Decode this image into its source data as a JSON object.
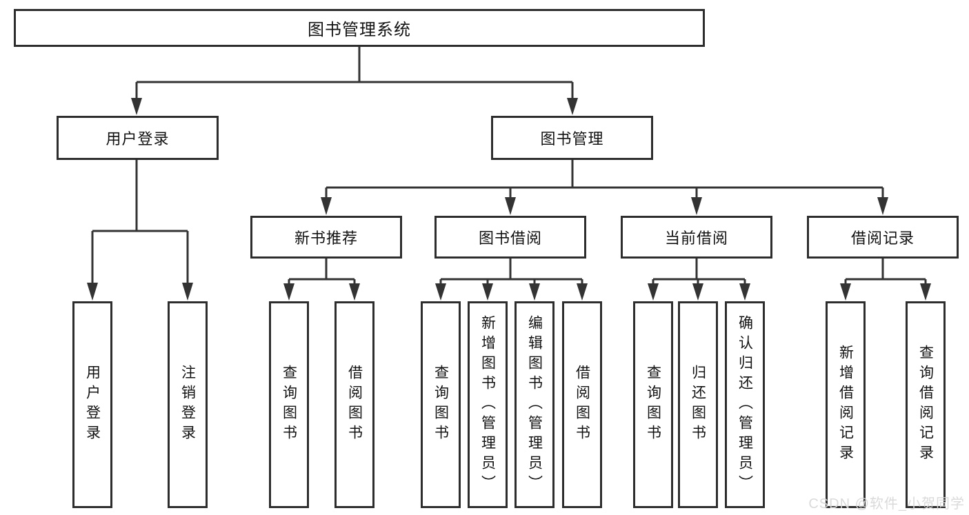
{
  "diagram": {
    "title": "图书管理系统",
    "branches": {
      "user": {
        "label": "用户登录",
        "children": {
          "login": "用户登录",
          "logout": "注销登录"
        }
      },
      "book": {
        "label": "图书管理",
        "sections": {
          "recommend": {
            "label": "新书推荐",
            "children": {
              "query": "查询图书",
              "borrow": "借阅图书"
            }
          },
          "borrowing": {
            "label": "图书借阅",
            "children": {
              "query": "查询图书",
              "add": "新增图书（管理员）",
              "edit": "编辑图书（管理员）",
              "borrow": "借阅图书"
            }
          },
          "current": {
            "label": "当前借阅",
            "children": {
              "query": "查询图书",
              "return": "归还图书",
              "confirm": "确认归还（管理员）"
            }
          },
          "records": {
            "label": "借阅记录",
            "children": {
              "add": "新增借阅记录",
              "query": "查询借阅记录"
            }
          }
        }
      }
    }
  },
  "watermark": {
    "text": "CSDN @软件_小贺同学"
  },
  "colors": {
    "line": "#333333",
    "box_border": "#2d2d2d",
    "box_fill": "#ffffff",
    "text": "#111111",
    "watermark": "#d8d8d8"
  }
}
